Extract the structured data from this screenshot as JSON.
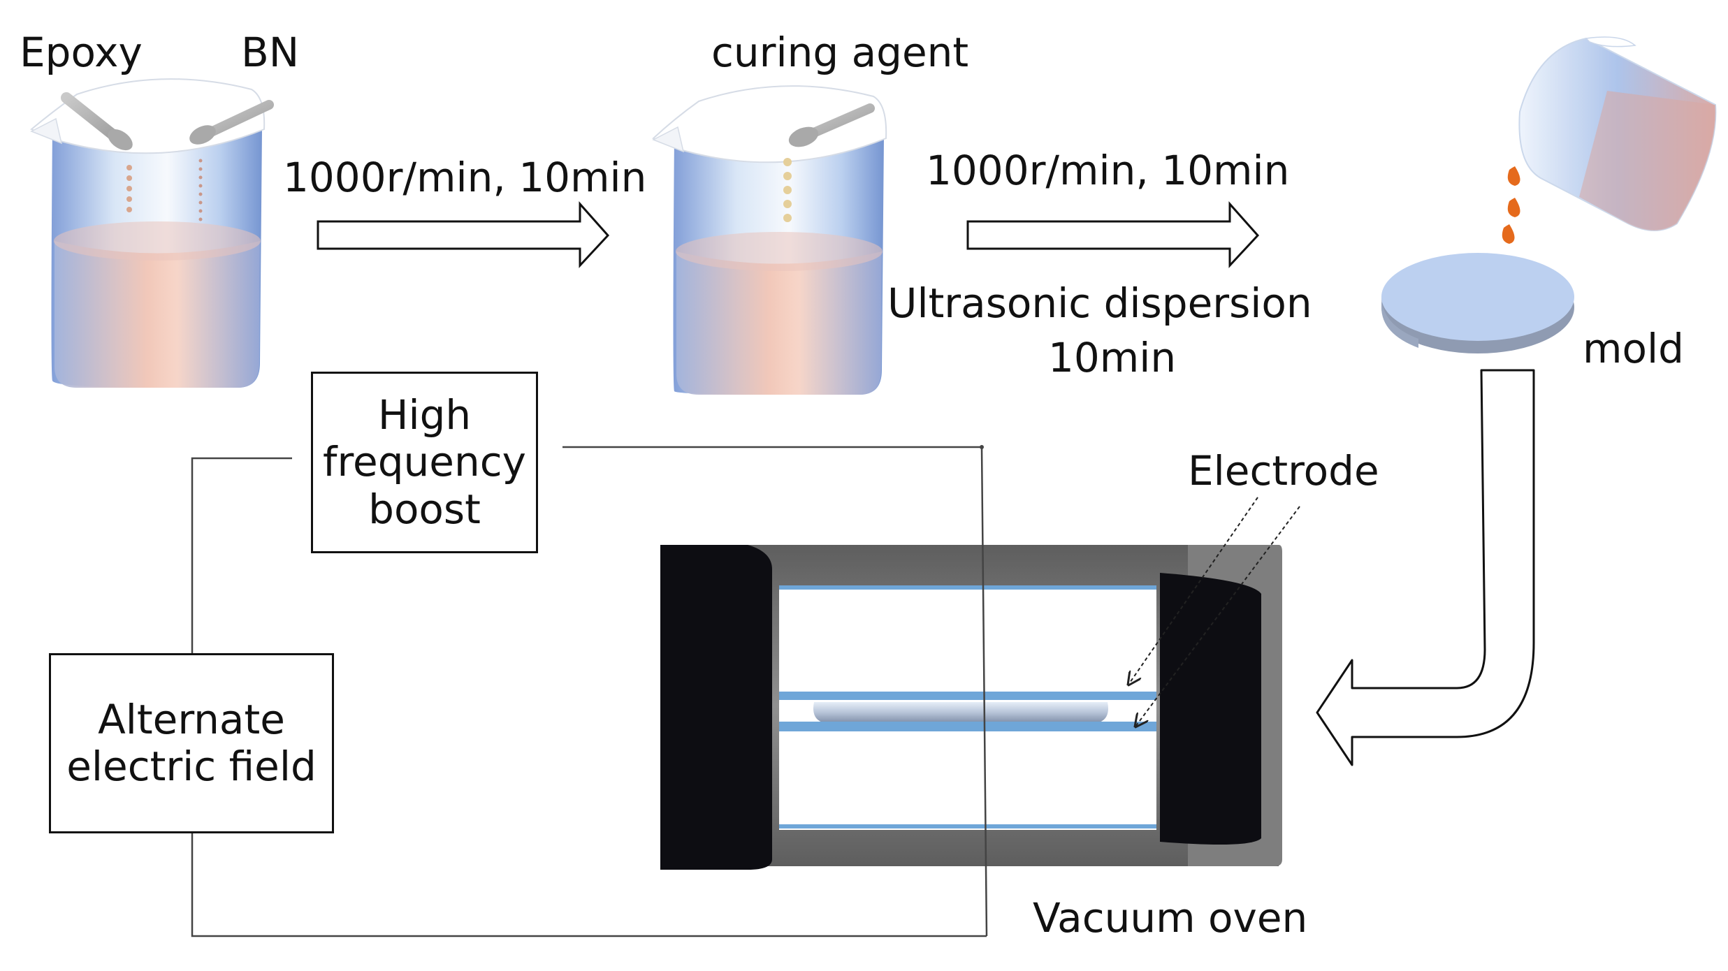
{
  "labels": {
    "epoxy": "Epoxy",
    "bn": "BN",
    "curing_agent": "curing agent",
    "step1": "1000r/min, 10min",
    "step2": "1000r/min, 10min",
    "ultrasonic_line1": "Ultrasonic dispersion",
    "ultrasonic_line2": "10min",
    "mold": "mold",
    "electrode": "Electrode",
    "vacuum_oven": "Vacuum oven"
  },
  "boxes": {
    "hf_line1": "High",
    "hf_line2": "frequency",
    "hf_line3": "boost",
    "ae_line1": "Alternate",
    "ae_line2": "electric field"
  },
  "colors": {
    "beaker_blue": "#8fb3e2",
    "liquid_pink": "#e9b3a6",
    "drop_orange": "#e56a1c",
    "electrode_blue": "#6fa6d8",
    "mold_blue": "#bcd0f0",
    "spoon_gray": "#b5b5b5",
    "oven_dark": "#0d0d12",
    "oven_gray": "#7a7a7a"
  }
}
